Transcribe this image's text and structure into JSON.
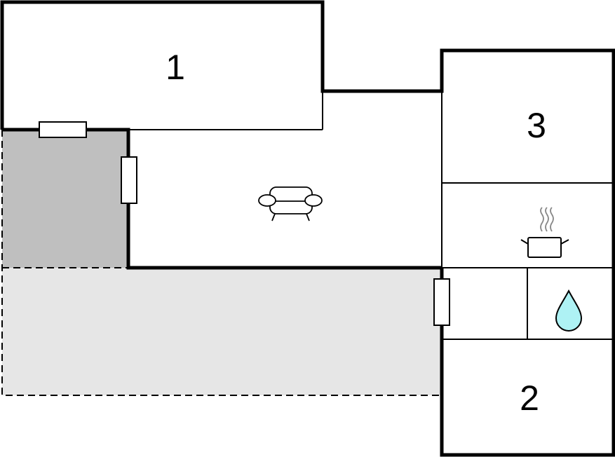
{
  "rooms": {
    "room_1": {
      "label": "1"
    },
    "room_2": {
      "label": "2"
    },
    "room_3": {
      "label": "3"
    }
  },
  "icons": {
    "living": "sofa-icon",
    "kitchen": "cooking-pot-icon",
    "bathroom": "water-drop-icon"
  },
  "colors": {
    "wall": "#000000",
    "thin_wall": "#000000",
    "covered_terrace": "#bfbfbf",
    "terrace": "#e6e6e6",
    "water": "#aef2f4",
    "steam": "#888888"
  }
}
